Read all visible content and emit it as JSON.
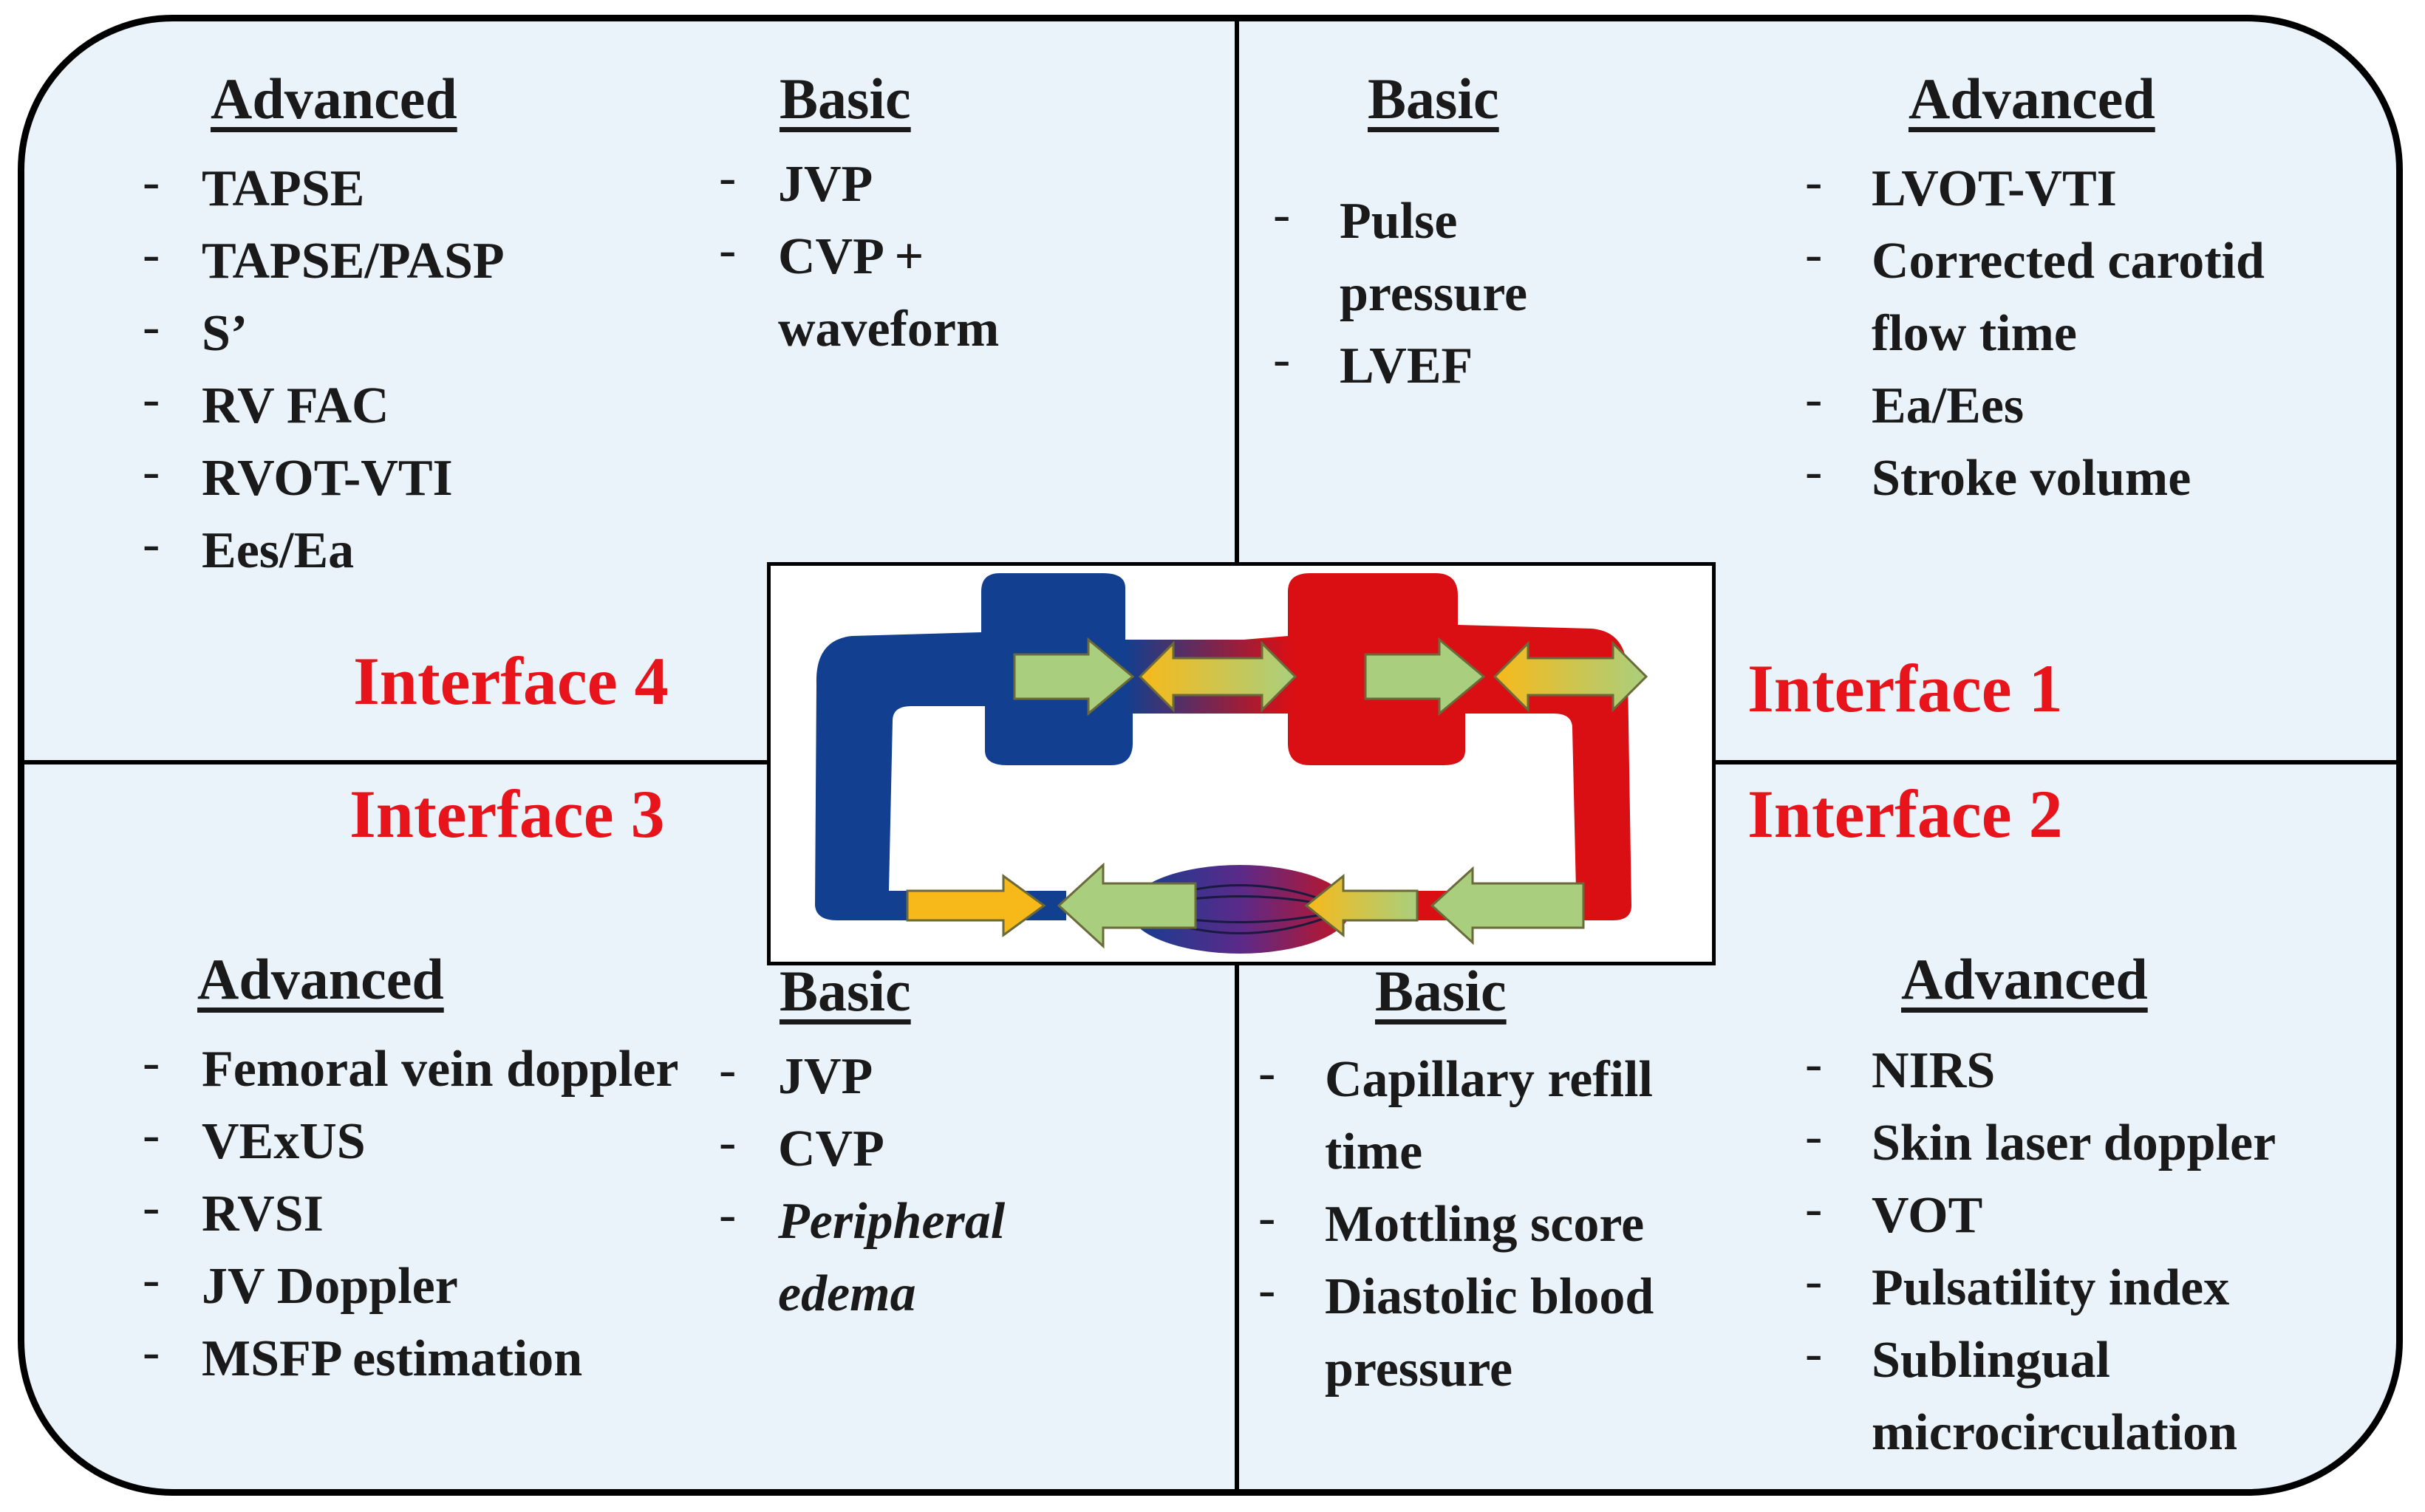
{
  "quadrants": {
    "top_left": {
      "advanced": {
        "heading": "Advanced",
        "items": [
          "TAPSE",
          "TAPSE/PASP",
          "S’",
          "RV FAC",
          "RVOT-VTI",
          "Ees/Ea"
        ]
      },
      "basic": {
        "heading": "Basic",
        "items": [
          "JVP",
          "CVP + waveform"
        ]
      },
      "interface_label": "Interface 4"
    },
    "top_right": {
      "basic": {
        "heading": "Basic",
        "items": [
          "Pulse pressure",
          "LVEF"
        ]
      },
      "advanced": {
        "heading": "Advanced",
        "items": [
          "LVOT-VTI",
          "Corrected carotid flow time",
          "Ea/Ees",
          "Stroke volume"
        ]
      },
      "interface_label": "Interface 1"
    },
    "bottom_left": {
      "advanced": {
        "heading": "Advanced",
        "items": [
          "Femoral vein doppler",
          "VExUS",
          "RVSI",
          "JV Doppler",
          "MSFP estimation"
        ]
      },
      "basic": {
        "heading": "Basic",
        "items": [
          "JVP",
          "CVP",
          "Peripheral edema"
        ]
      },
      "interface_label": "Interface 3"
    },
    "bottom_right": {
      "basic": {
        "heading": "Basic",
        "items": [
          "Capillary refill time",
          "Mottling score",
          "Diastolic blood pressure"
        ]
      },
      "advanced": {
        "heading": "Advanced",
        "items": [
          "NIRS",
          "Skin laser doppler",
          "VOT",
          "Pulsatility index",
          "Sublingual microcirculation"
        ]
      },
      "interface_label": "Interface 2"
    }
  },
  "dash": "-",
  "colors": {
    "venous": "#123f8f",
    "arterial": "#d90f14",
    "arrow_green": "#a9cf7e",
    "arrow_yellow": "#f7b91a",
    "interface_red": "#e8141c",
    "background": "#eaf3fa"
  }
}
